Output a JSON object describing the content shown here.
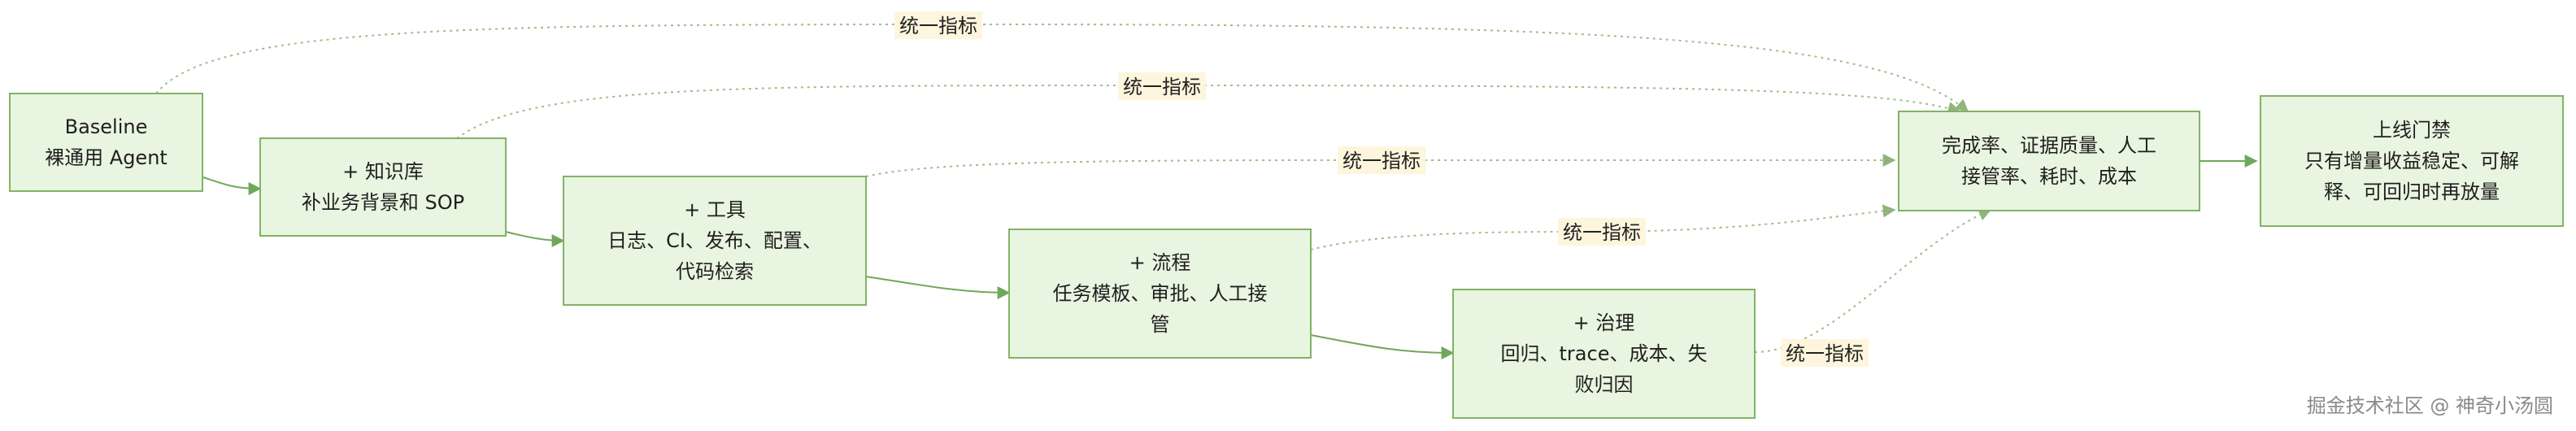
{
  "nodes": {
    "baseline": {
      "lines": [
        "Baseline",
        "裸通用 Agent"
      ]
    },
    "knowledge": {
      "lines": [
        "+ 知识库",
        "补业务背景和 SOP"
      ]
    },
    "tools": {
      "lines": [
        "+ 工具",
        "日志、CI、发布、配置、",
        "代码检索"
      ]
    },
    "process": {
      "lines": [
        "+ 流程",
        "任务模板、审批、人工接",
        "管"
      ]
    },
    "governance": {
      "lines": [
        "+ 治理",
        "回归、trace、成本、失",
        "败归因"
      ]
    },
    "metrics": {
      "lines": [
        "完成率、证据质量、人工",
        "接管率、耗时、成本"
      ]
    },
    "gate": {
      "lines": [
        "上线门禁",
        "只有增量收益稳定、可解",
        "释、可回归时再放量"
      ]
    }
  },
  "edge_labels": {
    "unified_metric": "统一指标"
  },
  "watermark": "掘金技术社区 @ 神奇小汤圆",
  "colors": {
    "node_fill": "#e8f5e0",
    "node_stroke": "#82b366",
    "edge": "#6fa85c",
    "label_bg": "#fdf6dd"
  }
}
